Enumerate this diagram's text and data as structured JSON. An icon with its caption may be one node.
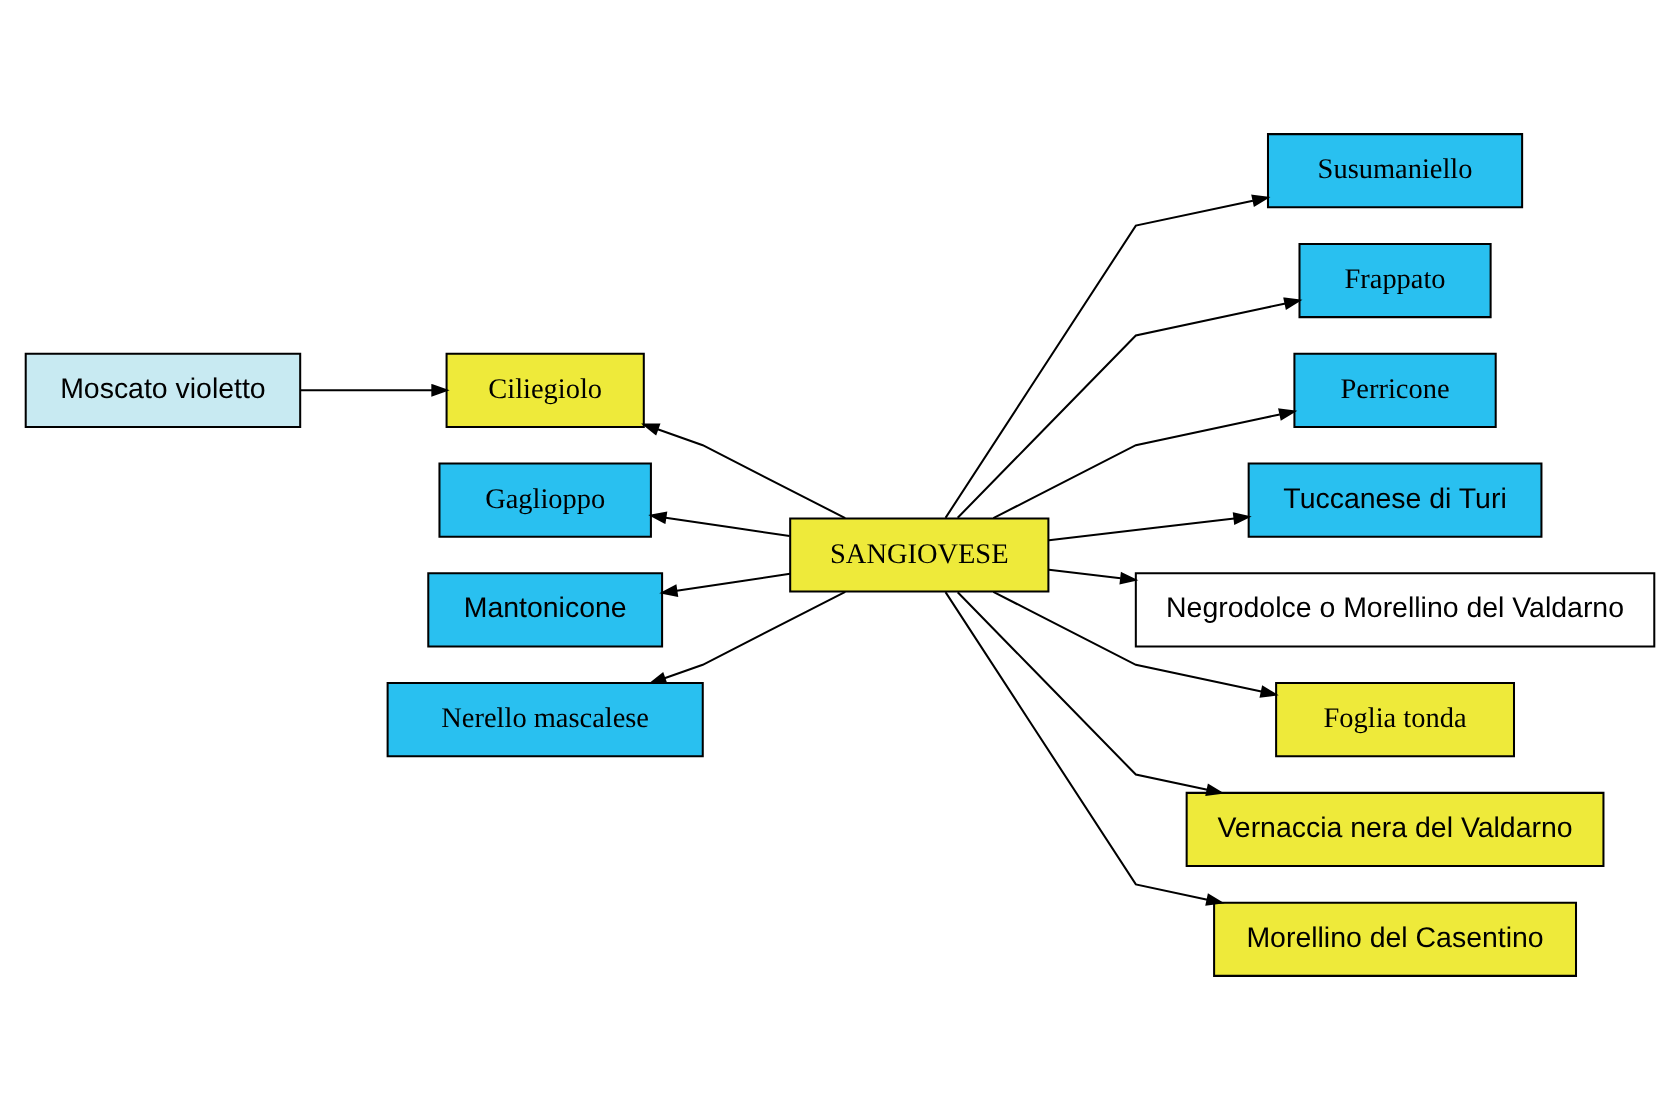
{
  "diagram": {
    "nodes": [
      {
        "text": [
          "SANGIOVESE"
        ]
      },
      {
        "text": [
          "Moscato violetto"
        ]
      },
      {
        "text": [
          "Ciliegiolo"
        ]
      },
      {
        "text": [
          "Susumaniello"
        ]
      },
      {
        "text": [
          "Frappato"
        ]
      },
      {
        "text": [
          "Perricone"
        ]
      },
      {
        "text": [
          "Gaglioppo"
        ]
      },
      {
        "text": [
          "Tuccanese di Turi"
        ]
      },
      {
        "text": [
          "Mantonicone"
        ]
      },
      {
        "text": [
          "Negrodolce o Morellino del Valdarno"
        ]
      },
      {
        "text": [
          "Nerello mascalese"
        ]
      },
      {
        "text": [
          "Foglia tonda"
        ]
      },
      {
        "text": [
          "Vernaccia nera del Valdarno"
        ]
      },
      {
        "text": [
          "Morellino del Casentino"
        ]
      }
    ],
    "edges": [
      {
        "from": 1,
        "to": 2,
        "arrow": "to"
      },
      {
        "from": 0,
        "to": 2,
        "arrow": "to"
      },
      {
        "from": 0,
        "to": 3,
        "arrow": "to"
      },
      {
        "from": 0,
        "to": 4,
        "arrow": "to"
      },
      {
        "from": 0,
        "to": 5,
        "arrow": "to"
      },
      {
        "from": 0,
        "to": 6,
        "arrow": "to"
      },
      {
        "from": 0,
        "to": 7,
        "arrow": "to"
      },
      {
        "from": 0,
        "to": 8,
        "arrow": "to"
      },
      {
        "from": 0,
        "to": 9,
        "arrow": "to"
      },
      {
        "from": 0,
        "to": 10,
        "arrow": "to"
      },
      {
        "from": 0,
        "to": 11,
        "arrow": "to"
      },
      {
        "from": 0,
        "to": 12,
        "arrow": "to"
      },
      {
        "from": 0,
        "to": 13,
        "arrow": "to"
      }
    ]
  }
}
